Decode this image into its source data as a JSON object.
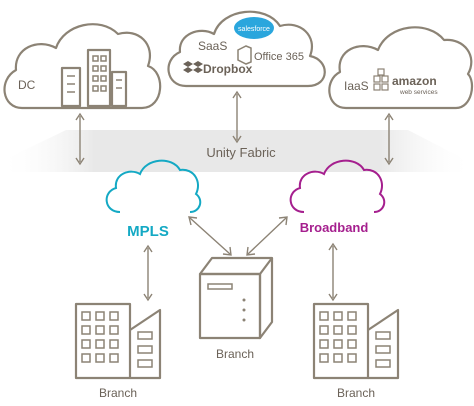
{
  "colors": {
    "line": "#8c8375",
    "text": "#6b6258",
    "fabric": "#e9e9e9",
    "mpls": "#14a9c4",
    "broadband": "#a51f8e",
    "salesforce": "#2aa6dd"
  },
  "clouds": {
    "dc": {
      "label": "DC"
    },
    "saas": {
      "label": "SaaS",
      "salesforce": "salesforce",
      "office365": "Office 365",
      "dropbox": "Dropbox"
    },
    "iaas": {
      "label": "IaaS",
      "amazon": "amazon",
      "aws": "web services"
    }
  },
  "fabric": {
    "label": "Unity Fabric"
  },
  "networks": {
    "mpls": {
      "label": "MPLS"
    },
    "broadband": {
      "label": "Broadband"
    }
  },
  "branches": {
    "left": {
      "label": "Branch"
    },
    "center": {
      "label": "Branch"
    },
    "right": {
      "label": "Branch"
    }
  },
  "icons": [
    "office-buildings-icon",
    "salesforce-logo-icon",
    "office365-logo-icon",
    "dropbox-logo-icon",
    "amazon-logo-icon",
    "server-appliance-icon",
    "branch-building-icon"
  ]
}
